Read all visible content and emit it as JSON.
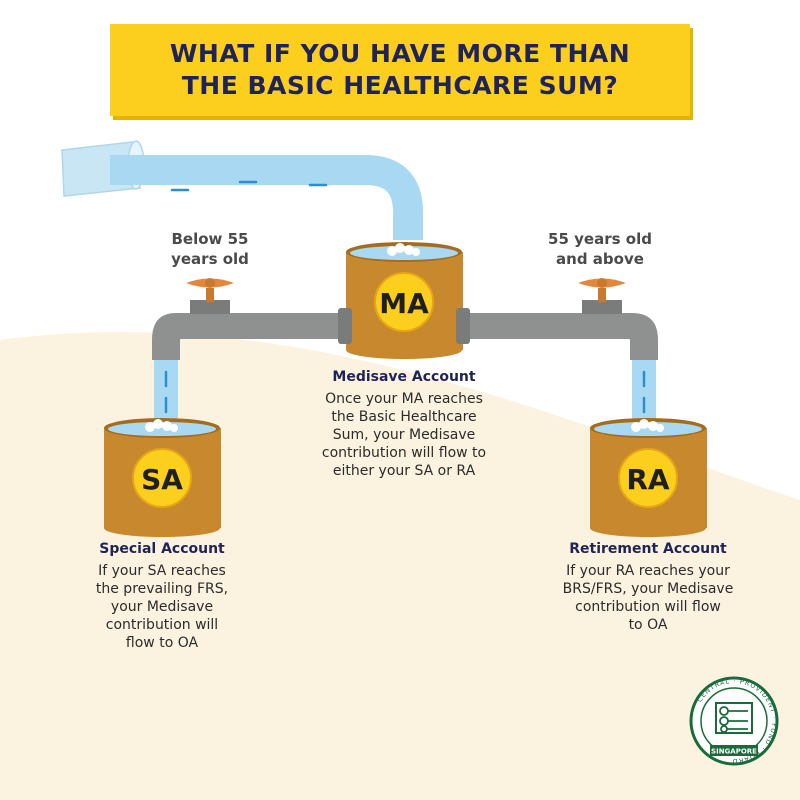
{
  "title": {
    "line1": "WHAT IF YOU HAVE MORE THAN",
    "line2": "THE BASIC HEALTHCARE SUM?"
  },
  "age_labels": {
    "left": [
      "Below 55",
      "years old"
    ],
    "right": [
      "55 years old",
      "and above"
    ]
  },
  "accounts": {
    "ma": {
      "badge": "MA",
      "title": "Medisave Account",
      "desc": [
        "Once your MA reaches",
        "the Basic Healthcare",
        "Sum, your Medisave",
        "contribution will flow to",
        "either your SA or RA"
      ]
    },
    "sa": {
      "badge": "SA",
      "title": "Special Account",
      "desc": [
        "If your SA reaches",
        "the prevailing FRS,",
        "your Medisave",
        "contribution will",
        "flow to OA"
      ]
    },
    "ra": {
      "badge": "RA",
      "title": "Retirement Account",
      "desc": [
        "If your RA reaches your",
        "BRS/FRS, your Medisave",
        "contribution will flow",
        "to OA"
      ]
    }
  },
  "logo": {
    "ring_text": "CENTRAL · PROVIDENT · FUND · BOARD",
    "banner": "SINGAPORE"
  },
  "colors": {
    "banner": "#fccf1e",
    "navy": "#1f2358",
    "drum": "#c8892e",
    "drum_dark": "#a46c1e",
    "badge": "#fccf1e",
    "pipe": "#8f9090",
    "water": "#a9d8f2",
    "tap_handle": "#e3873c",
    "cream": "#fbf3e0",
    "logo_green": "#1a6b3c"
  }
}
